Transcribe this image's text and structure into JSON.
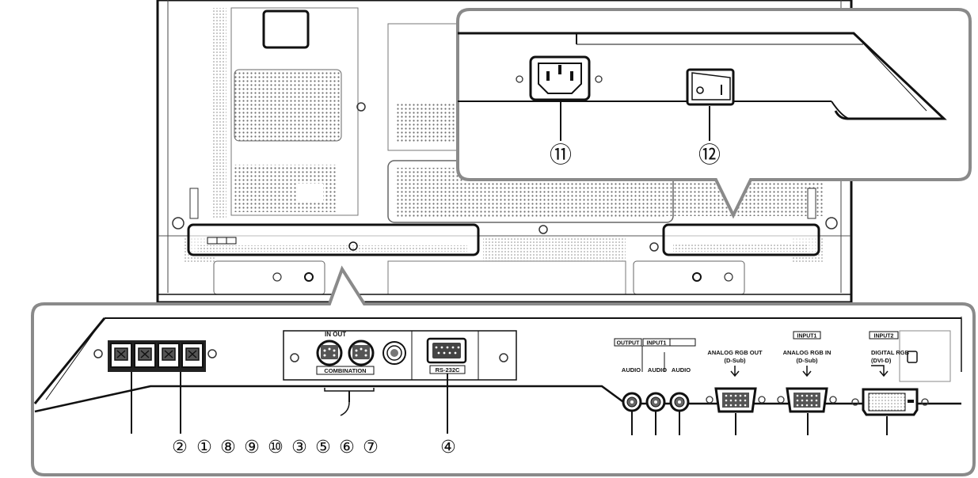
{
  "diagram": {
    "callouts": {
      "top": [
        "⑪",
        "⑫"
      ],
      "bottom_left": [
        "②",
        "①",
        "⑧",
        "⑨",
        "⑩",
        "③",
        "⑤",
        "⑥",
        "⑦"
      ],
      "bottom_mid": [
        "④"
      ]
    },
    "labels": {
      "in_out": "IN OUT",
      "combination": "COMBINATION",
      "rs232c": "RS-232C",
      "output": "OUTPUT",
      "input1_header": "INPUT1",
      "audio": "AUDIO",
      "analog_rgb_out": "ANALOG RGB OUT",
      "analog_rgb_in": "ANALOG RGB IN",
      "dsub": "(D-Sub)",
      "input1": "INPUT1",
      "input2": "INPUT2",
      "digital_rgb": "DIGITAL RGB",
      "dvi_d": "(DVI-D)"
    },
    "colors": {
      "line": "#111111",
      "frame": "#8a8a8a",
      "mesh": "#777777",
      "background": "#ffffff"
    },
    "icons": [
      "power-inlet-icon",
      "power-switch-icon",
      "speaker-terminal-icon",
      "din-connector-icon",
      "rs232c-port-icon",
      "rca-jack-icon",
      "dsub-port-icon",
      "dvi-port-icon",
      "screw-icon"
    ]
  }
}
